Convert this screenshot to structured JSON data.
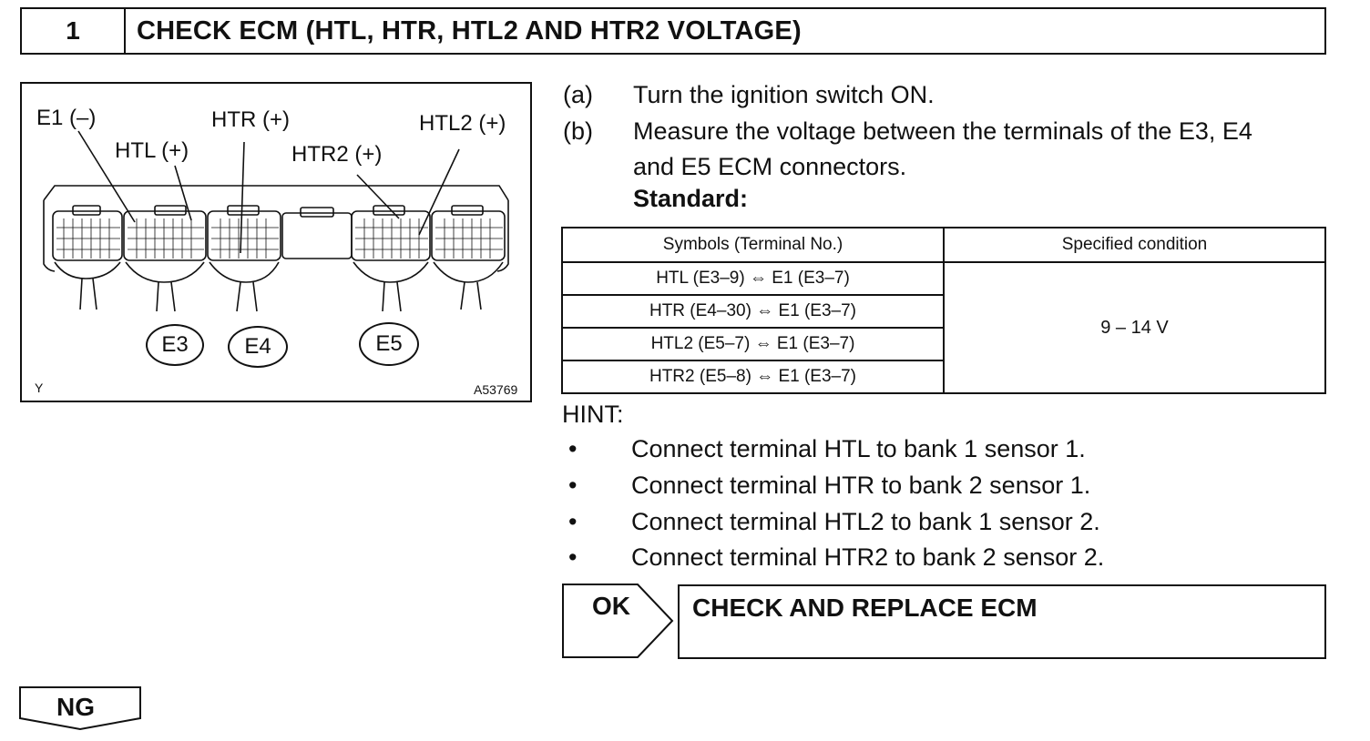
{
  "header": {
    "step_number": "1",
    "title": "CHECK ECM (HTL, HTR, HTL2 AND HTR2 VOLTAGE)"
  },
  "figure": {
    "labels": {
      "e1": "E1 (–)",
      "htl": "HTL (+)",
      "htr": "HTR (+)",
      "htr2": "HTR2 (+)",
      "htl2": "HTL2 (+)"
    },
    "connectors": [
      "E3",
      "E4",
      "E5"
    ],
    "corner_code": "Y",
    "figure_id": "A53769"
  },
  "steps": [
    {
      "letter": "(a)",
      "lines": [
        "Turn the ignition switch ON."
      ]
    },
    {
      "letter": "(b)",
      "lines": [
        "Measure the voltage between the terminals of the E3, E4",
        "and E5 ECM connectors."
      ]
    }
  ],
  "standard_label": "Standard:",
  "table": {
    "headers": [
      "Symbols (Terminal No.)",
      "Specified condition"
    ],
    "rows": [
      "HTL (E3–9) ⇔ E1 (E3–7)",
      "HTR (E4–30) ⇔ E1 (E3–7)",
      "HTL2 (E5–7) ⇔ E1 (E3–7)",
      "HTR2 (E5–8) ⇔ E1 (E3–7)"
    ],
    "condition": "9 – 14 V"
  },
  "hint": {
    "label": "HINT:",
    "bullet_symbol": "•",
    "items": [
      "Connect terminal HTL to bank 1 sensor 1.",
      "Connect terminal HTR to bank 2 sensor 1.",
      "Connect terminal HTL2 to bank 1 sensor 2.",
      "Connect terminal HTR2 to bank 2 sensor 2."
    ]
  },
  "ok": {
    "label": "OK",
    "action": "CHECK AND REPLACE ECM"
  },
  "ng": {
    "label": "NG"
  }
}
